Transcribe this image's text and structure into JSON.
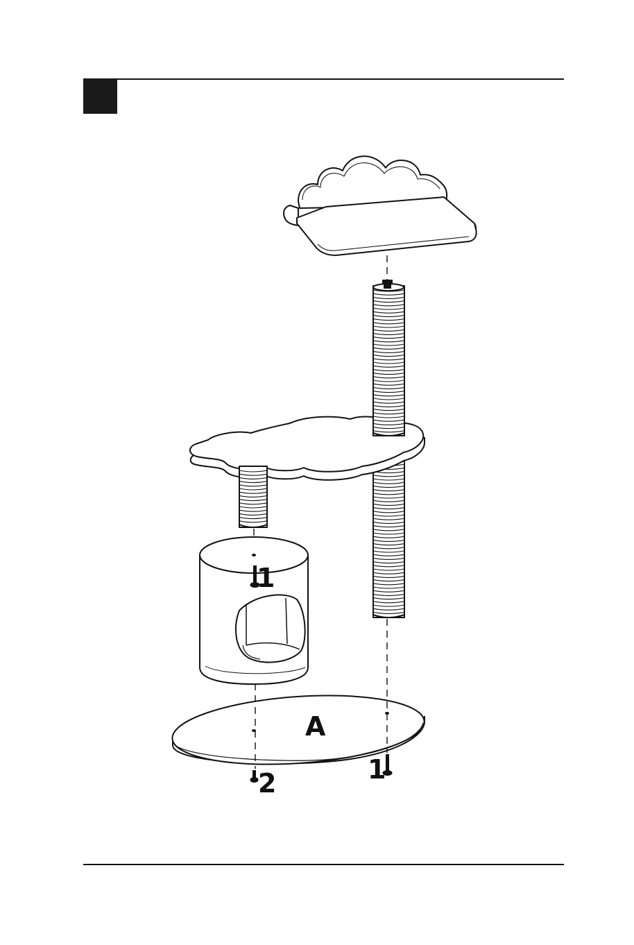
{
  "labels": {
    "base": "A",
    "screw_top": "1",
    "screw_base_left": "2",
    "screw_base_right": "1"
  }
}
